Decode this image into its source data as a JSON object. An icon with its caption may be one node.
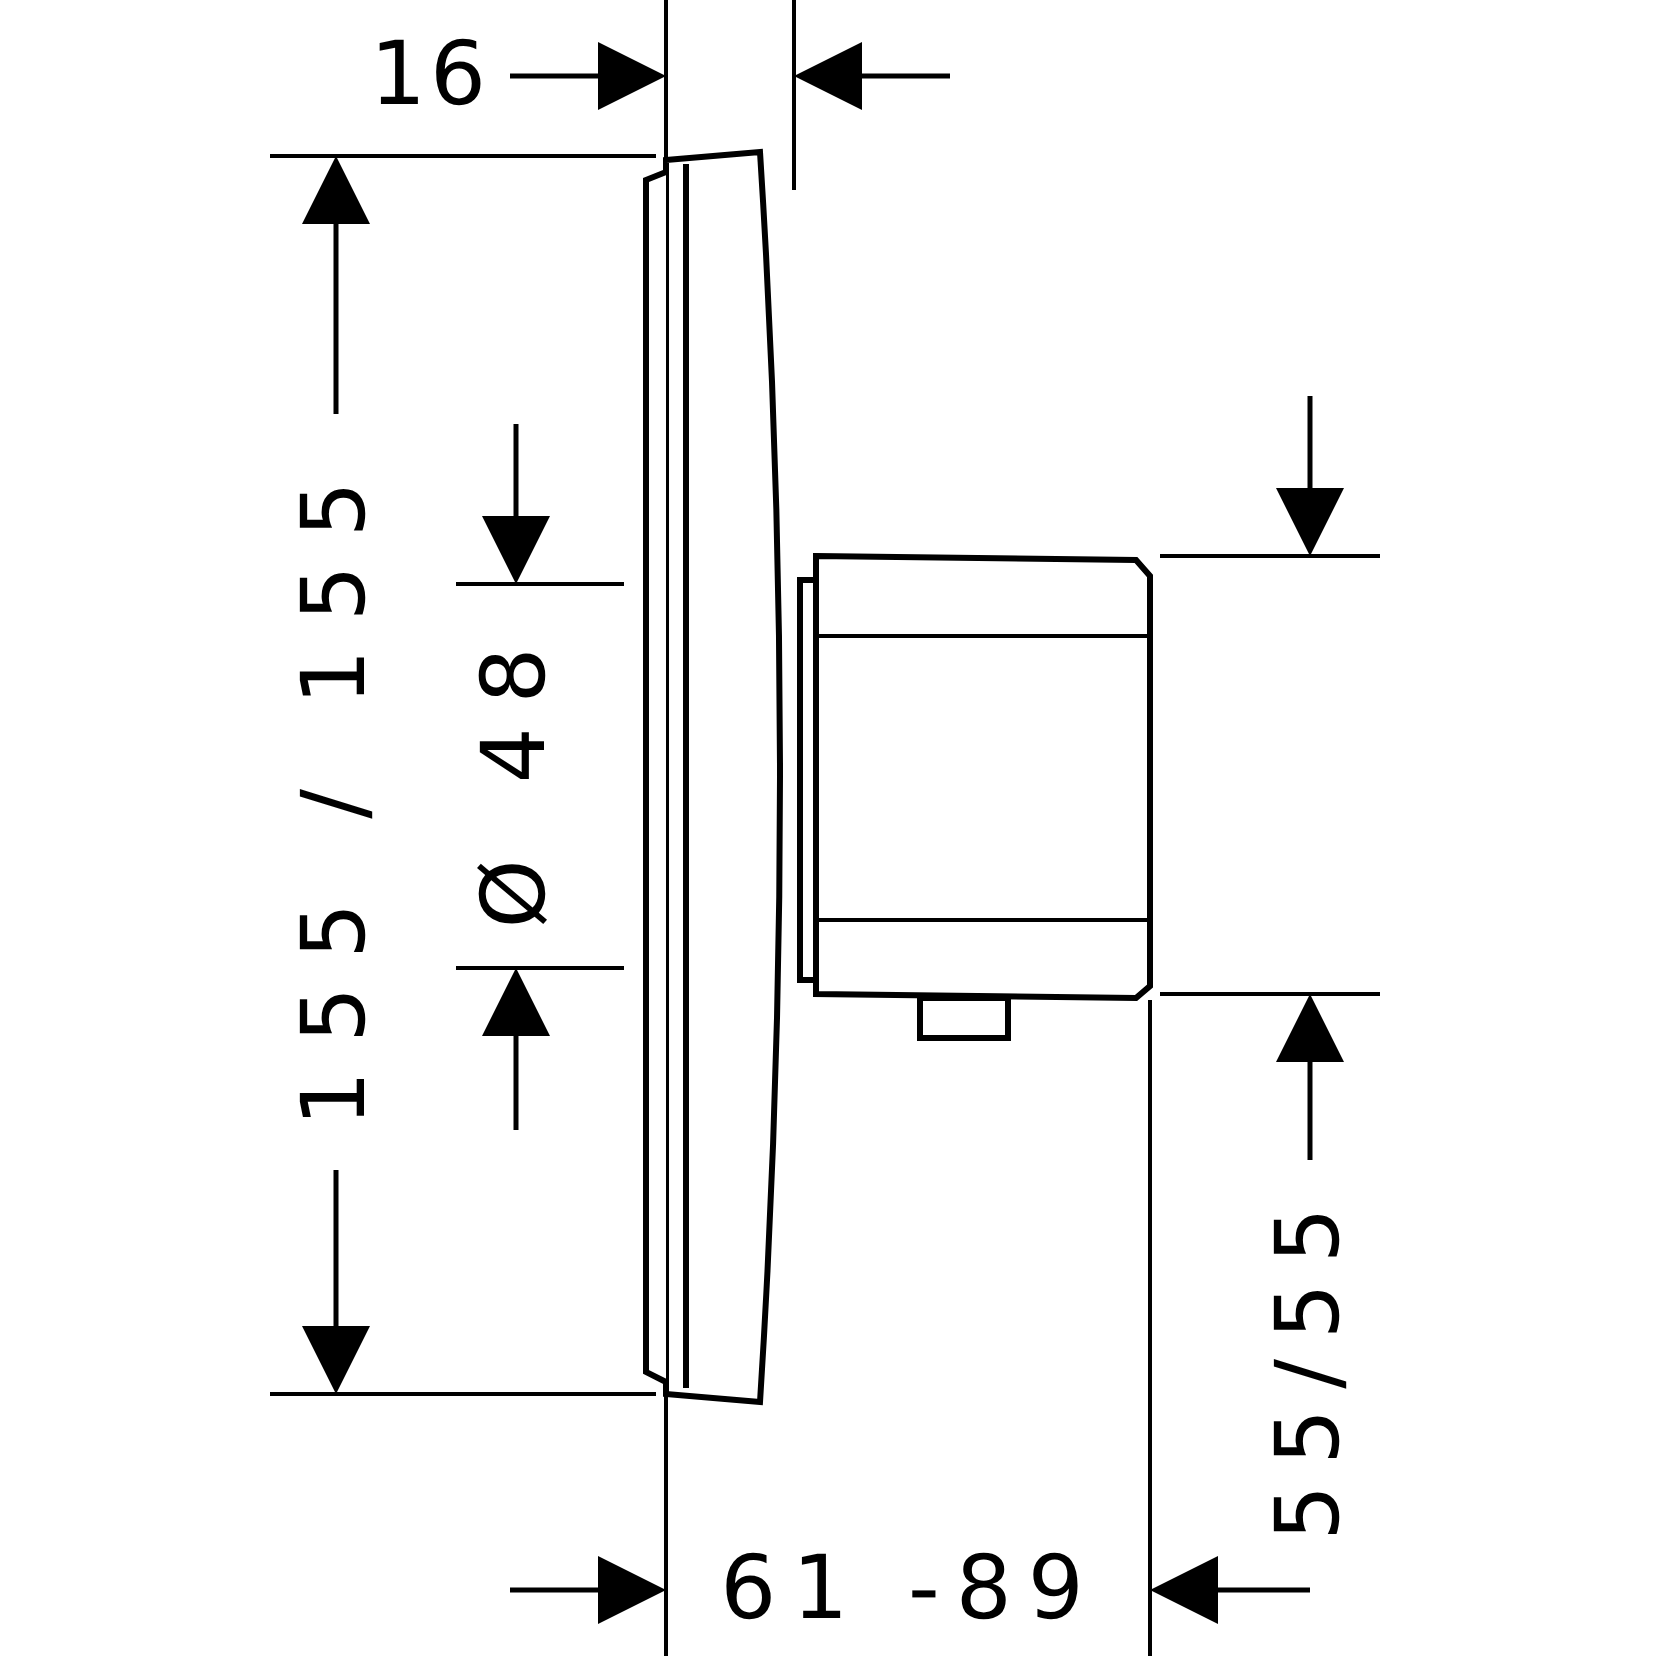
{
  "diagram": {
    "labels": [
      "16",
      "155 / 155",
      "Ø 48",
      "55/55",
      "61 -89"
    ]
  }
}
